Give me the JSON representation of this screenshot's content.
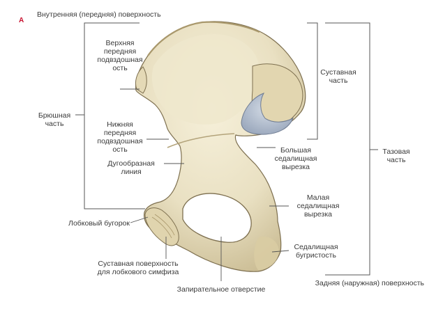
{
  "figure": {
    "panel_letter": "A",
    "labels": {
      "inner_surface": "Внутренняя (передняя) поверхность",
      "asis": [
        "Верхняя",
        "передняя",
        "подвздошная",
        "ость"
      ],
      "aiis": [
        "Нижняя",
        "передняя",
        "подвздошная",
        "ость"
      ],
      "abdominal_part": [
        "Брюшная",
        "часть"
      ],
      "arcuate_line": [
        "Дугообразная",
        "линия"
      ],
      "pubic_tubercle": "Лобковый бугорок",
      "symphyseal_surface": [
        "Суставная поверхность",
        "для лобкового симфиза"
      ],
      "obturator_foramen": "Запирательное отверстие",
      "articular_part": [
        "Суставная",
        "часть"
      ],
      "greater_sciatic_notch": [
        "Большая",
        "седалищная",
        "вырезка"
      ],
      "pelvic_part": [
        "Тазовая",
        "часть"
      ],
      "lesser_sciatic_notch": [
        "Малая",
        "седалищная",
        "вырезка"
      ],
      "ischial_tuberosity": [
        "Седалищная",
        "бугристость"
      ],
      "outer_surface": "Задняя (наружная) поверхность"
    },
    "colors": {
      "bone": "#e9e0c2",
      "bone_shadow": "#cbbd95",
      "bone_highlight": "#f6f0da",
      "cartilage": "#b9c4d2",
      "leader_line": "#555555",
      "text": "#3a3a3a",
      "panel_letter": "#c8102e"
    }
  }
}
